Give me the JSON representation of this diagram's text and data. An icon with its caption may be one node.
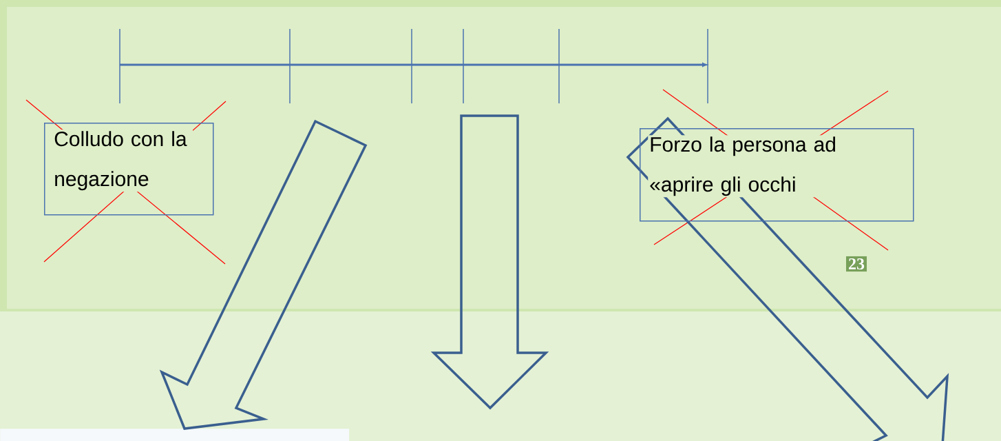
{
  "diagram": {
    "nodes": [
      {
        "text": [
          "Colludo con la negazione"
        ]
      },
      {
        "text": [
          "Forzo la persona ad «aprire gli occhi"
        ]
      },
      {
        "text": [],
        "shape": "box"
      }
    ],
    "edges": [
      {
        "from": null,
        "to": 2,
        "arrow": "to"
      }
    ],
    "labels": [
      "23"
    ]
  }
}
